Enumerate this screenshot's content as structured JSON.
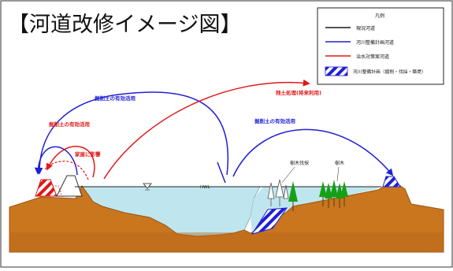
{
  "title": "【河道改修イメージ図】",
  "legend": {
    "heading": "凡例",
    "items": [
      {
        "label": "現況河道",
        "color": "#1a1a1a",
        "kind": "line"
      },
      {
        "label": "河川整備計画河道",
        "color": "#1f1fd6",
        "kind": "line"
      },
      {
        "label": "治水対策案河道",
        "color": "#e01818",
        "kind": "line"
      },
      {
        "label": "河川整備計画（掘削・伐採・築堤）",
        "color": "#1f1fd6",
        "kind": "hatch"
      }
    ]
  },
  "annotations": {
    "excavated_soil_top": "掘削土の有効活用",
    "excavated_soil_left": "掘削土の有効活用",
    "excavated_soil_right": "掘削土の有効活用",
    "house_impact": "家屋に影響",
    "surplus_soil": "残土処理(将来利用)",
    "hwl": "HWL",
    "tree_felling": "樹木伐採",
    "trees": "樹木"
  },
  "colors": {
    "ground": "#c9761f",
    "ground_dark": "#9a5512",
    "water": "#bfe6ee",
    "water_edge": "#6aa9b8",
    "blue_arrow": "#1f1fd6",
    "red_arrow": "#e01818",
    "tree_green": "#16a016",
    "frame": "#333333"
  }
}
